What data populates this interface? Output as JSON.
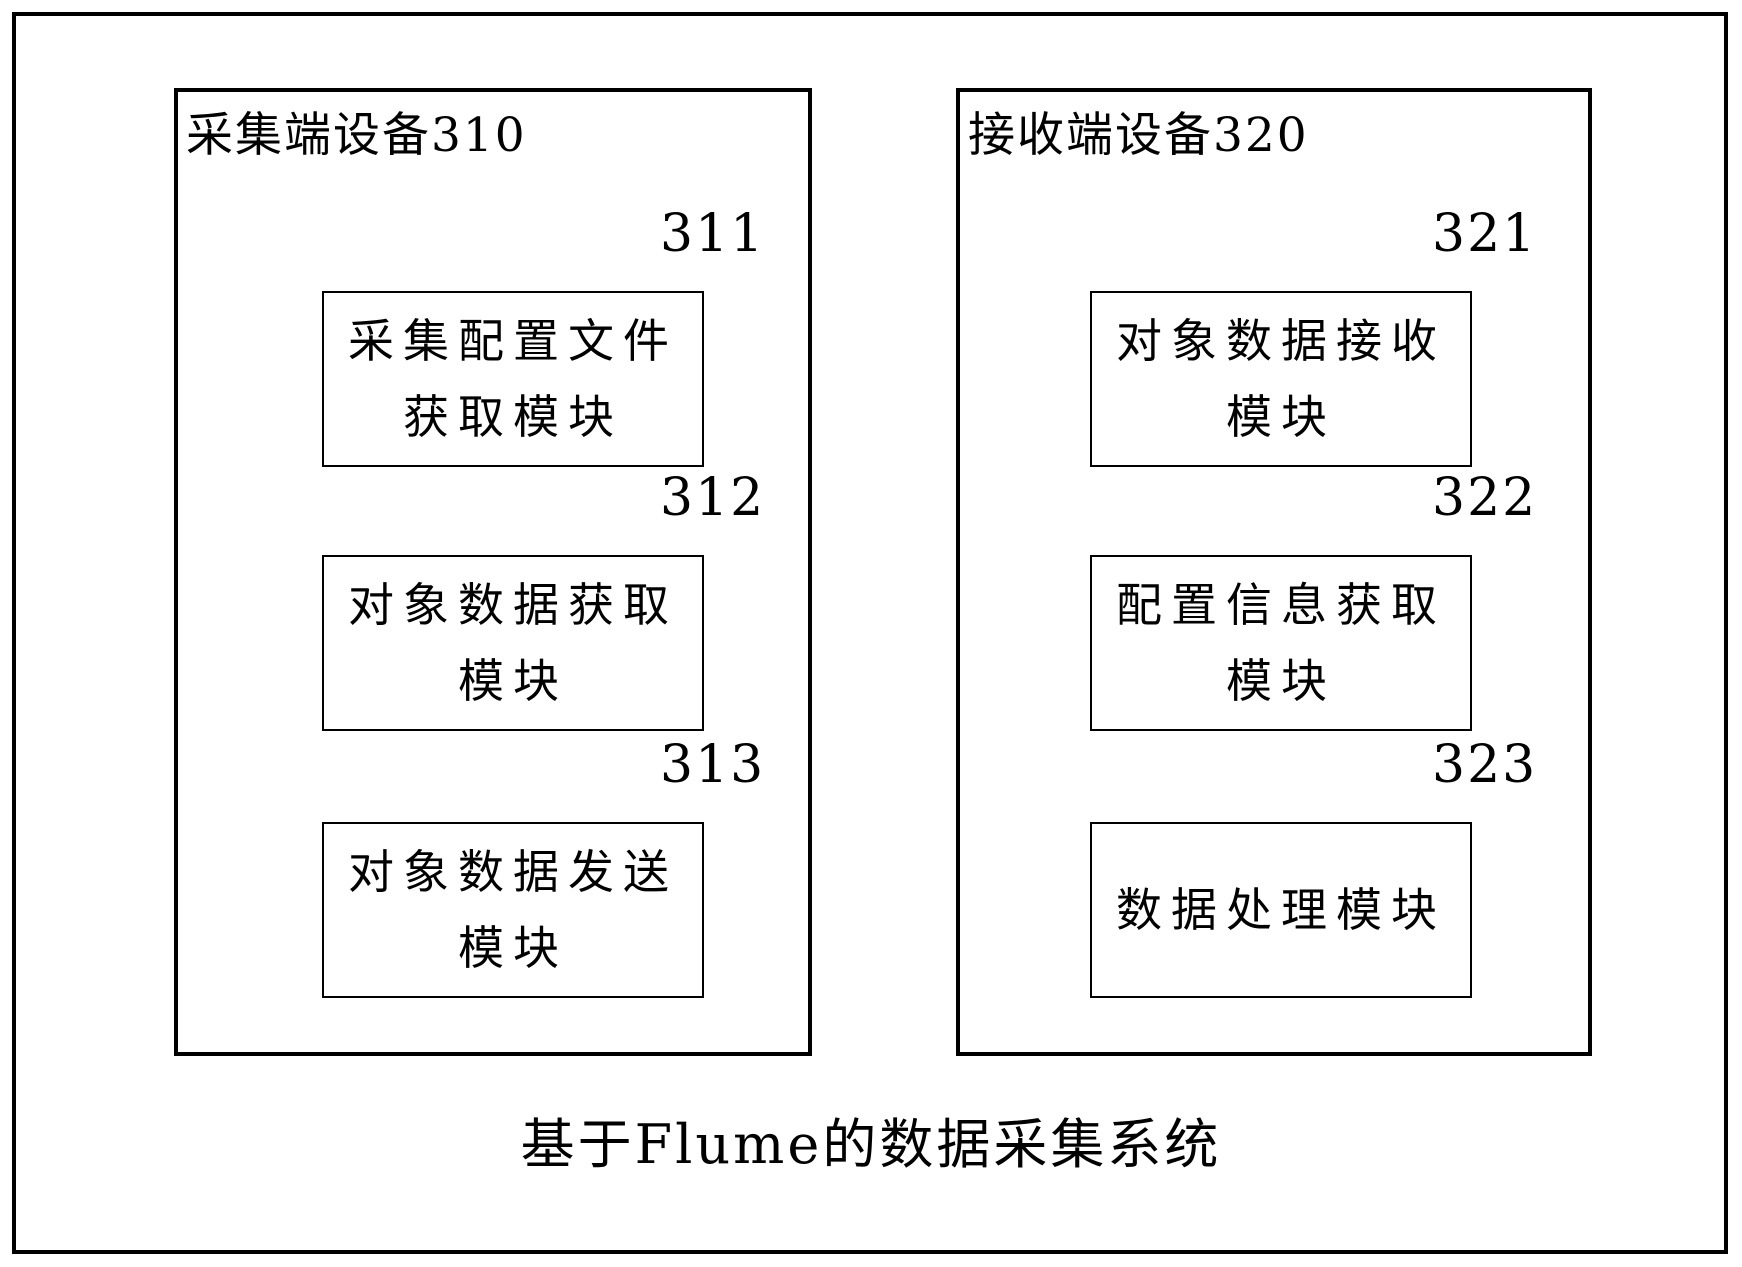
{
  "figure": {
    "caption": "基于Flume的数据采集系统",
    "left_device": {
      "title": "采集端设备310",
      "modules": [
        {
          "ref": "311",
          "lines": [
            "采集配置文件",
            "获取模块"
          ]
        },
        {
          "ref": "312",
          "lines": [
            "对象数据获取",
            "模块"
          ]
        },
        {
          "ref": "313",
          "lines": [
            "对象数据发送",
            "模块"
          ]
        }
      ]
    },
    "right_device": {
      "title": "接收端设备320",
      "modules": [
        {
          "ref": "321",
          "lines": [
            "对象数据接收",
            "模块"
          ]
        },
        {
          "ref": "322",
          "lines": [
            "配置信息获取",
            "模块"
          ]
        },
        {
          "ref": "323",
          "lines": [
            "数据处理模块"
          ]
        }
      ]
    }
  }
}
